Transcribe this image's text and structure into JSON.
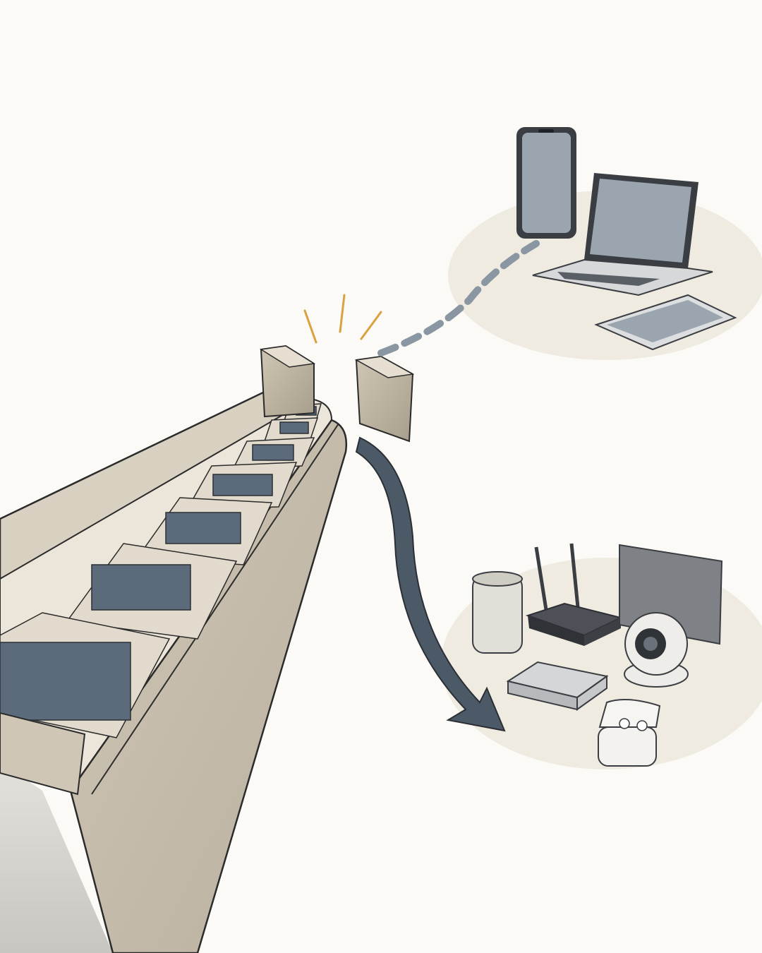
{
  "scene": {
    "spark_lines": 3,
    "conveyor": {
      "chip_count": 8
    },
    "premium_devices": [
      "smartphone",
      "laptop",
      "tablet"
    ],
    "everyday_devices": [
      "smart-speaker",
      "wifi-router",
      "monitor",
      "security-camera",
      "set-top-box",
      "earbuds-case"
    ]
  },
  "colors": {
    "background": "#fbfaf7",
    "belt_face": "#d7cfc0",
    "belt_top": "#ebe5da",
    "chip_body": "#5c6b7b",
    "chip_pins": "#2b2f35",
    "arrow": "#4c5a68",
    "path_dash": "#8a97a3",
    "spark": "#d9a13f",
    "ground_patch": "#ece7da",
    "screen": "#9aa5b0",
    "device_dark": "#3a3d42",
    "device_light": "#efedea"
  }
}
